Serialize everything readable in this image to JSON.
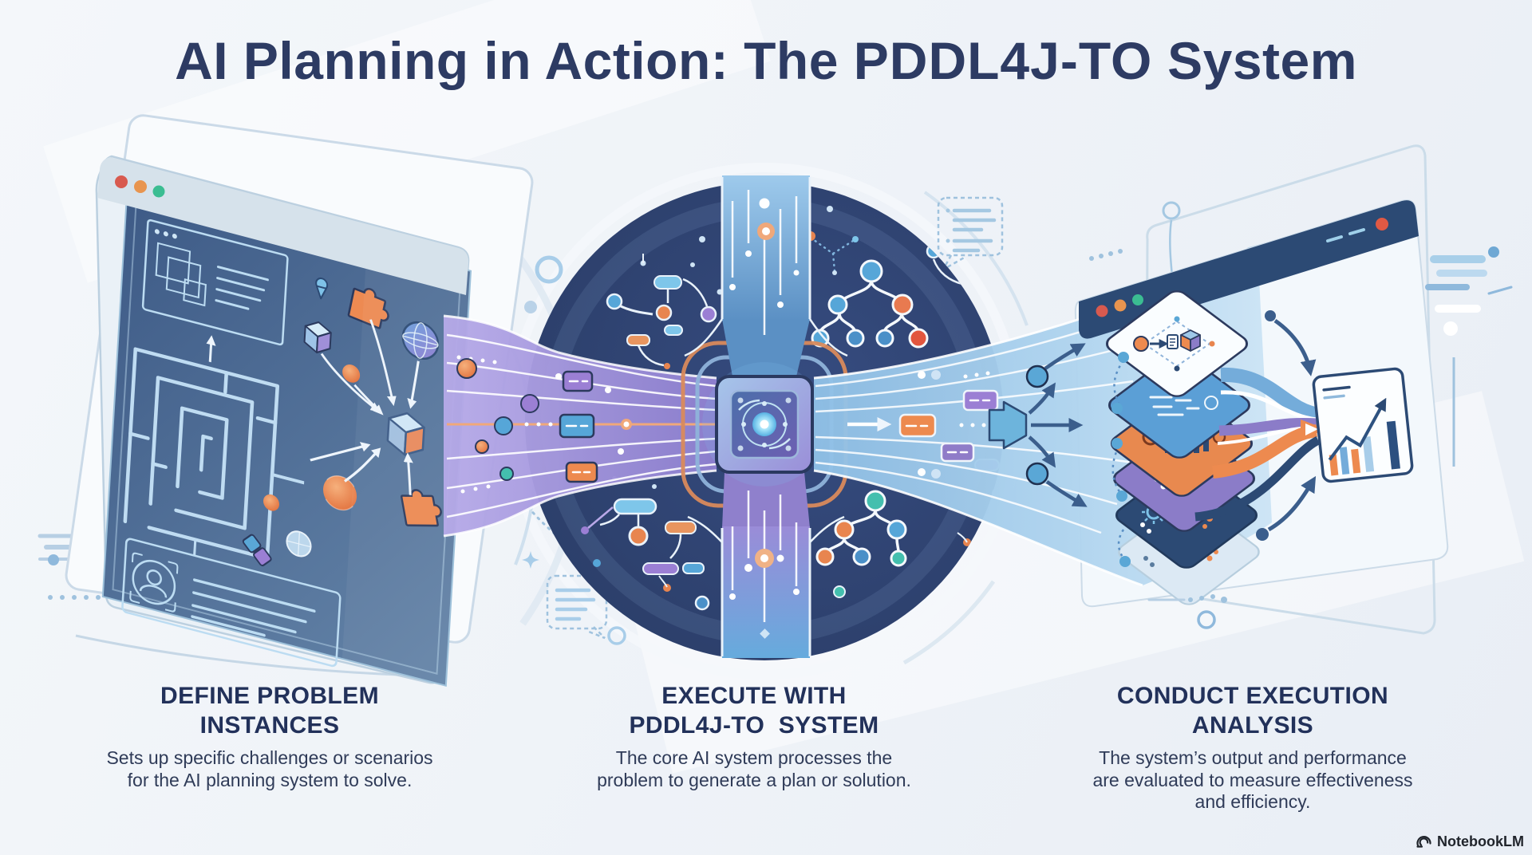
{
  "header": {
    "title_prefix": "AI Planning in Action: The ",
    "title_emphasis": "PDDL4J-TO",
    "title_suffix": " System"
  },
  "steps": [
    {
      "heading_lines": [
        "DEFINE PROBLEM",
        "INSTANCES"
      ],
      "description_lines": [
        "Sets up specific challenges or scenarios",
        "for the AI planning system to solve."
      ]
    },
    {
      "heading_lines": [
        "EXECUTE WITH",
        "PDDL4J-TO  SYSTEM"
      ],
      "description_lines": [
        "The core AI system processes the",
        "problem to generate a plan or solution."
      ]
    },
    {
      "heading_lines": [
        "CONDUCT EXECUTION",
        "ANALYSIS"
      ],
      "description_lines": [
        "The system’s output and performance",
        "are evaluated to measure effectiveness",
        "and efficiency."
      ]
    }
  ],
  "watermark": {
    "label": "NotebookLM"
  },
  "colors": {
    "title": "#2d3b63",
    "heading": "#22315a",
    "body_text": "#2f3b58",
    "background": "#eef2f7",
    "circle_navy": "#2d4069",
    "window_navy": "#2c4a74",
    "accent_orange": "#e8854f",
    "accent_purple": "#9b85d4",
    "accent_blue": "#5aa7d6",
    "accent_teal": "#3dbf94",
    "accent_red": "#d85a4f",
    "line_light_blue": "#b9d2e8"
  },
  "icons": {
    "left_panel": "browser-window-icon",
    "maze": "maze-icon",
    "puzzle": "puzzle-piece-icon",
    "cube": "cube-icon",
    "globe": "globe-icon",
    "avatar": "avatar-card-icon",
    "chip": "cpu-chip-icon",
    "tree": "decision-tree-icon",
    "layers": "layer-stack-icon",
    "chart": "growth-chart-icon",
    "speech": "speech-bubble-icon",
    "sparkle": "sparkle-icon",
    "logo": "notebooklm-logo-icon"
  }
}
